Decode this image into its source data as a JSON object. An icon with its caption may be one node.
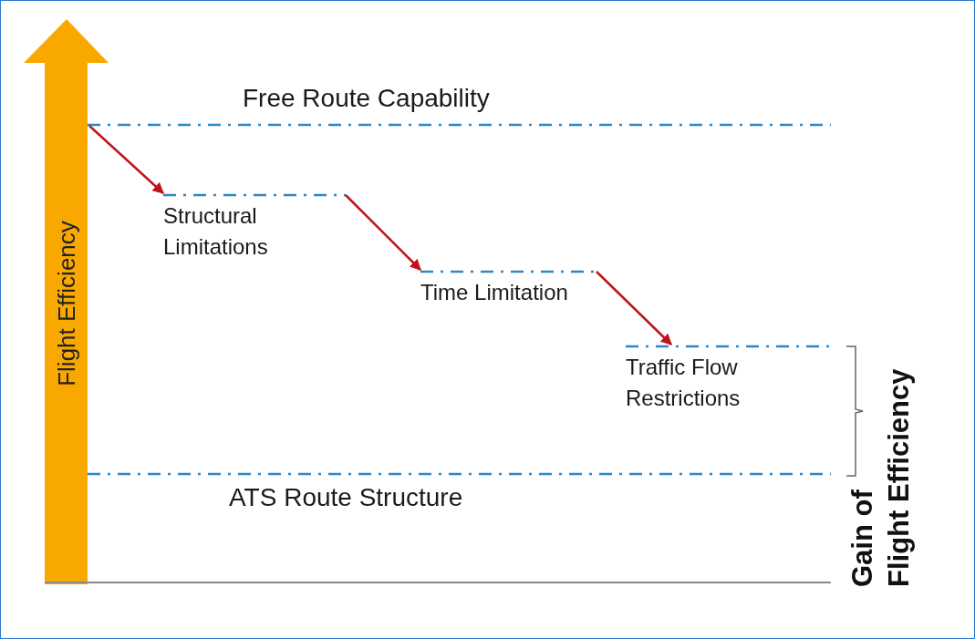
{
  "diagram": {
    "nodes": [
      {
        "text": [
          "Free Route Capability"
        ]
      },
      {
        "text": [
          "Structural Limitations"
        ]
      },
      {
        "text": [
          "Time Limitation"
        ]
      },
      {
        "text": [
          "Traffic Flow Restrictions"
        ]
      },
      {
        "text": [
          "ATS Route Structure"
        ]
      }
    ],
    "edges": [
      {
        "from": 0,
        "to": 1,
        "arrow": "to",
        "color": "#c0141c"
      },
      {
        "from": 1,
        "to": 2,
        "arrow": "to",
        "color": "#c0141c"
      },
      {
        "from": 2,
        "to": 3,
        "arrow": "to",
        "color": "#c0141c"
      }
    ],
    "labels": [
      "Flight Efficiency",
      "Gain of",
      "Flight Efficiency"
    ]
  }
}
